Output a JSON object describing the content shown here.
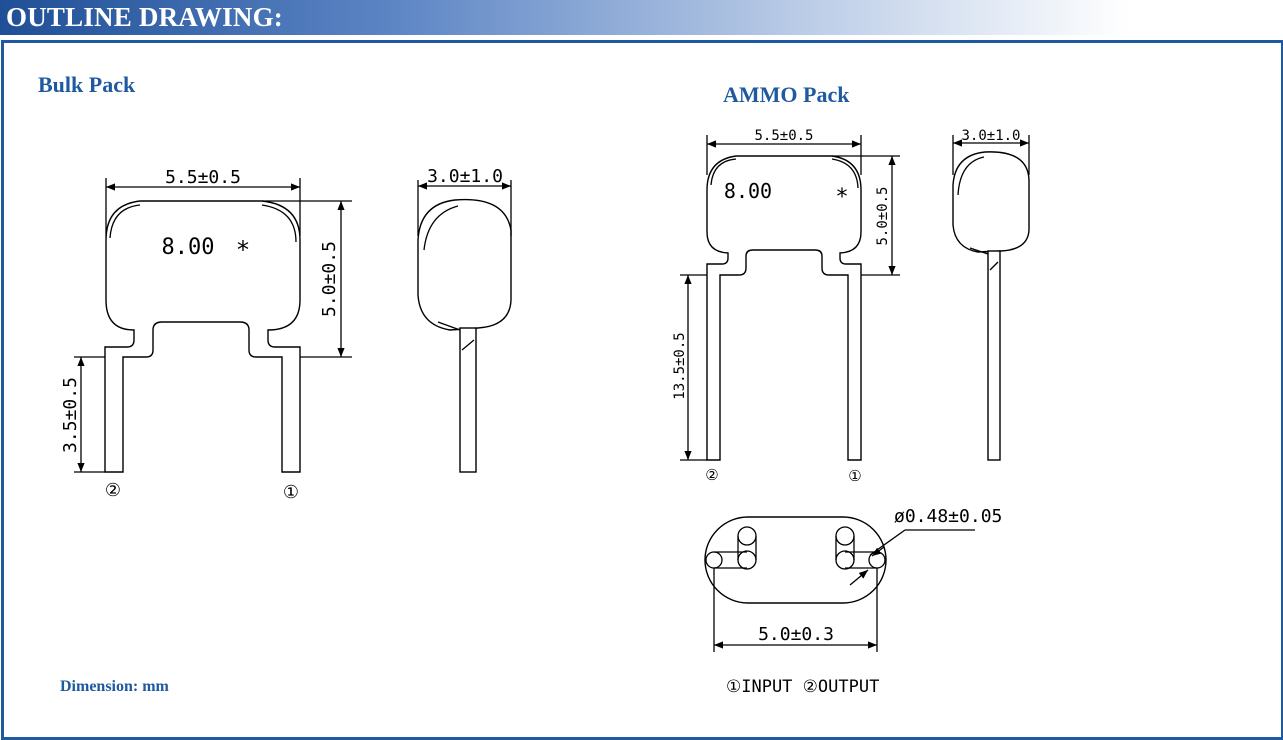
{
  "header": {
    "title": "OUTLINE DRAWING:"
  },
  "bulk": {
    "title": "Bulk Pack",
    "width_dim": "5.5±0.5",
    "height_dim": "5.0±0.5",
    "lead_dim": "3.5±0.5",
    "thickness_dim": "3.0±1.0",
    "marking": "8.00",
    "marking_symbol": "*",
    "pin_left": "②",
    "pin_right": "①"
  },
  "ammo": {
    "title": "AMMO Pack",
    "width_dim": "5.5±0.5",
    "height_dim": "5.0±0.5",
    "lead_dim": "13.5±0.5",
    "thickness_dim": "3.0±1.0",
    "marking": "8.00",
    "marking_symbol": "*",
    "pin_left": "②",
    "pin_right": "①",
    "lead_diameter_dim": "ø0.48±0.05",
    "pitch_dim": "5.0±0.3",
    "pin_legend": "①INPUT ②OUTPUT"
  },
  "footer": {
    "unit_note": "Dimension: mm"
  },
  "colors": {
    "accent": "#1f5aa0",
    "header_start": "#1f4f96"
  }
}
